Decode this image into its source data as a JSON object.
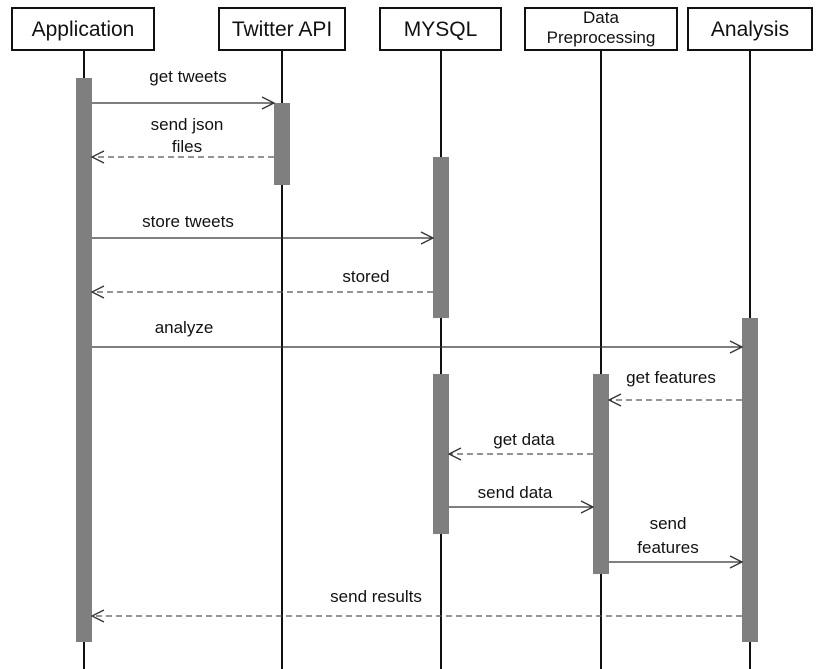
{
  "participants": [
    {
      "id": "application",
      "label_lines": [
        "Application"
      ]
    },
    {
      "id": "twitter-api",
      "label_lines": [
        "Twitter API"
      ]
    },
    {
      "id": "mysql",
      "label_lines": [
        "MYSQL"
      ]
    },
    {
      "id": "data-preprocessing",
      "label_lines": [
        "Data",
        "Preprocessing"
      ]
    },
    {
      "id": "analysis",
      "label_lines": [
        "Analysis"
      ]
    }
  ],
  "messages": [
    {
      "from": "application",
      "to": "twitter-api",
      "style": "solid",
      "label_lines": [
        "get tweets"
      ]
    },
    {
      "from": "twitter-api",
      "to": "application",
      "style": "dashed",
      "label_lines": [
        "send json",
        "files"
      ]
    },
    {
      "from": "application",
      "to": "mysql",
      "style": "solid",
      "label_lines": [
        "store tweets"
      ]
    },
    {
      "from": "mysql",
      "to": "application",
      "style": "dashed",
      "label_lines": [
        "stored"
      ]
    },
    {
      "from": "application",
      "to": "analysis",
      "style": "solid",
      "label_lines": [
        "analyze"
      ]
    },
    {
      "from": "analysis",
      "to": "data-preprocessing",
      "style": "dashed",
      "label_lines": [
        "get features"
      ]
    },
    {
      "from": "data-preprocessing",
      "to": "mysql",
      "style": "dashed",
      "label_lines": [
        "get data"
      ]
    },
    {
      "from": "mysql",
      "to": "data-preprocessing",
      "style": "solid",
      "label_lines": [
        "send data"
      ]
    },
    {
      "from": "data-preprocessing",
      "to": "analysis",
      "style": "solid",
      "label_lines": [
        "send",
        "features"
      ]
    },
    {
      "from": "analysis",
      "to": "application",
      "style": "dashed",
      "label_lines": [
        "send results"
      ]
    }
  ]
}
